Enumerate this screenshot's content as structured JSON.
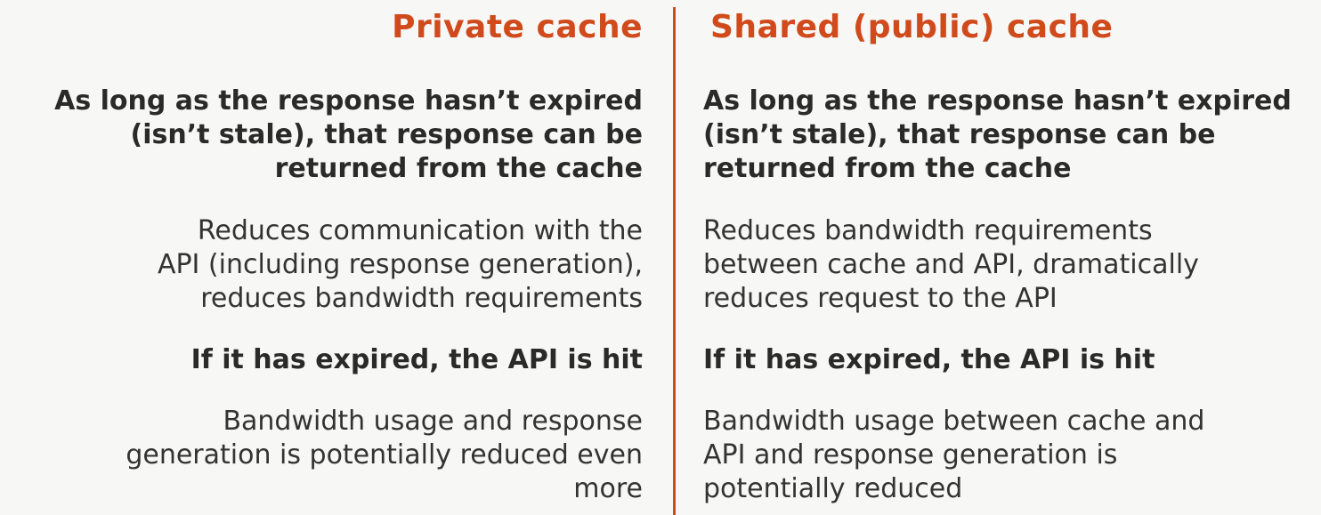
{
  "colors": {
    "accent": "#d04a1c",
    "text": "#2b2b2b",
    "background": "#f7f7f5"
  },
  "left": {
    "heading": "Private cache",
    "block1": [
      "As long as the response hasn’t expired",
      "(isn’t stale), that response can be",
      "returned from the cache"
    ],
    "block2": [
      "Reduces communication with the",
      "API (including response generation),",
      "reduces bandwidth requirements"
    ],
    "block3": [
      "If it has expired, the API is hit"
    ],
    "block4": [
      "Bandwidth usage and response",
      "generation is potentially reduced even",
      "more"
    ]
  },
  "right": {
    "heading": "Shared (public) cache",
    "block1": [
      "As long as the response hasn’t expired",
      "(isn’t stale), that response can be",
      "returned from the cache"
    ],
    "block2": [
      "Reduces bandwidth requirements",
      "between cache and API, dramatically",
      "reduces request to the API"
    ],
    "block3": [
      "If it has expired, the API is hit"
    ],
    "block4": [
      "Bandwidth usage between cache and",
      "API and response generation is",
      "potentially reduced"
    ]
  }
}
